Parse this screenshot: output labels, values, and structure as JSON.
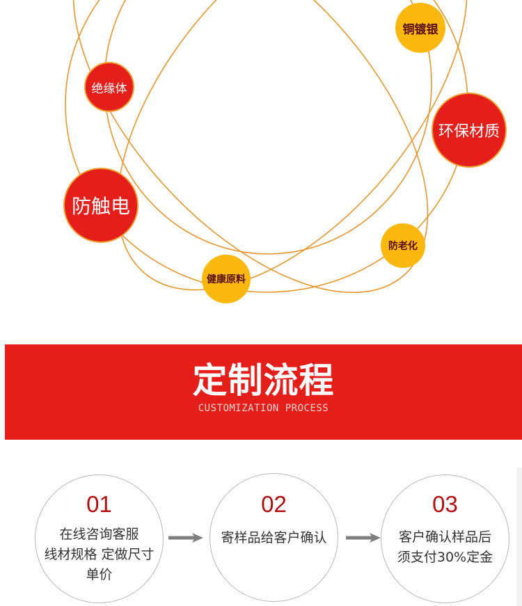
{
  "features": {
    "items": [
      {
        "label": "铜镀银",
        "color": "yellow"
      },
      {
        "label": "绝缘体",
        "color": "red"
      },
      {
        "label": "环保材质",
        "color": "red"
      },
      {
        "label": "防触电",
        "color": "red"
      },
      {
        "label": "防老化",
        "color": "yellow"
      },
      {
        "label": "健康原料",
        "color": "yellow"
      }
    ],
    "colors": {
      "red": "#e61e1a",
      "yellow": "#fbb80e",
      "line": "#e8962a"
    }
  },
  "banner": {
    "title": "定制流程",
    "subtitle": "CUSTOMIZATION PROCESS",
    "color": "#e61e1a"
  },
  "process": {
    "steps": [
      {
        "number": "01",
        "lines": [
          "在线咨询客服",
          "线材规格 定做尺寸",
          "单价"
        ]
      },
      {
        "number": "02",
        "lines": [
          "寄样品给客户确认"
        ]
      },
      {
        "number": "03",
        "lines": [
          "客户确认样品后",
          "须支付30%定金"
        ]
      }
    ],
    "arrow_icon": "right-arrow-icon",
    "number_color": "#b30d0d"
  }
}
